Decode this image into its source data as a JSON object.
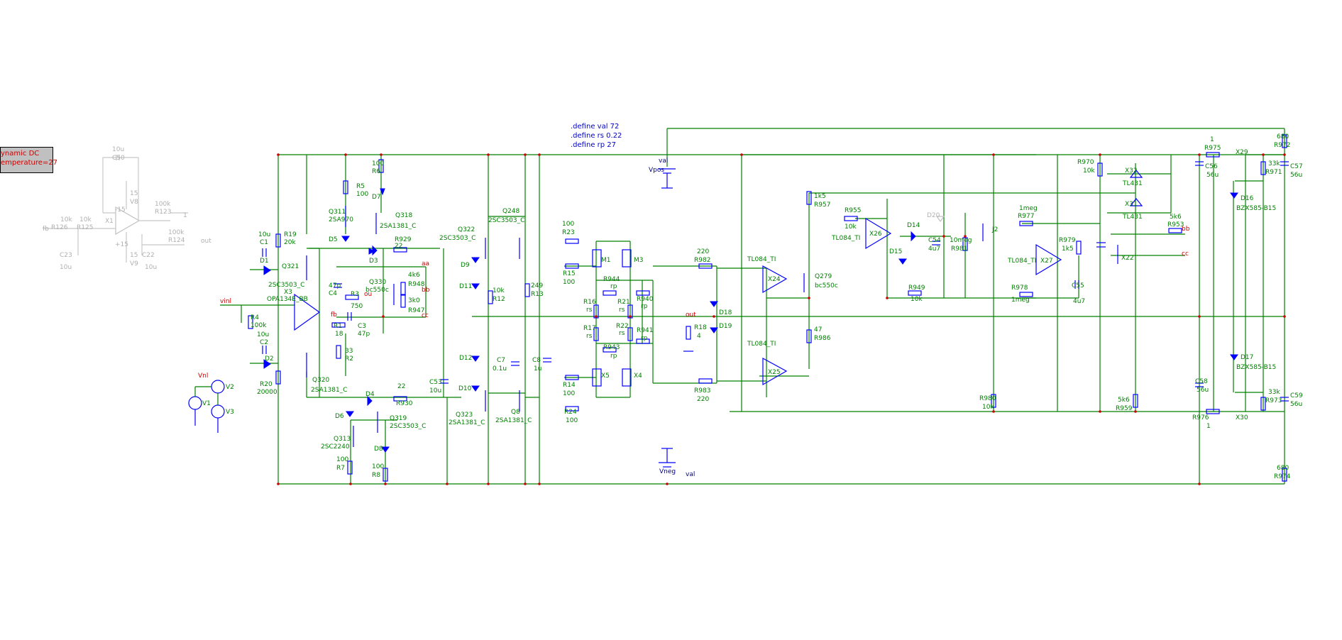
{
  "analysis_box": {
    "line1": "ynamic DC",
    "line2": "emperature=27"
  },
  "directives": {
    "line1": ".define val 72",
    "line2": ".define rs 0.22",
    "line3": ".define rp 27"
  },
  "nets": {
    "vinl": "vinl",
    "fb": "fb",
    "aa": "aa",
    "bb": "bb",
    "cc": "cc",
    "ou": "ou",
    "out": "out",
    "vnl": "Vnl",
    "val": "val",
    "vpos": "Vpos",
    "vneg": "Vneg",
    "val2": "val"
  },
  "transistors": {
    "q311": "Q311",
    "q311_type": "2SA970",
    "q318": "Q318",
    "q318_type": "2SA1381_C",
    "q321": "Q321",
    "q321_type": "2SC3503_C",
    "q320": "Q320",
    "q320_type": "2SA1381_C",
    "q330": "Q330",
    "q330_type": "bc550c",
    "q319": "Q319",
    "q319_type": "2SC3503_C",
    "q313": "Q313",
    "q313_type": "2SC2240",
    "q322": "Q322",
    "q322_type": "2SC3503_C",
    "q248": "Q248",
    "q248_type": "2SC3503_C",
    "q323": "Q323",
    "q323_type": "2SA1381_C",
    "q8": "Q8",
    "q8_type": "2SA1381_C",
    "q279": "Q279",
    "q279_type": "bc550c"
  },
  "mosfets": {
    "m1": "M1",
    "m3": "M3",
    "x5": "X5",
    "x4": "X4"
  },
  "opamps": {
    "x3": "X3",
    "x3_type": "OPA134E_BB",
    "x24": "X24",
    "x24_type": "TL084_TI",
    "x25": "X25",
    "x25_type": "TL084_TI",
    "x26": "X26",
    "x26_type": "TL084_TI",
    "x27": "X27",
    "x27_type": "TL084_TI"
  },
  "resistors": {
    "r19": "R19",
    "r19v": "20k",
    "r5": "R5",
    "r5v": "100",
    "r6": "R6",
    "r6v": "100",
    "r929": "R929",
    "r929v": "22",
    "r3": "R3",
    "r3v": "750",
    "r948": "R948",
    "r948v": "4k6",
    "r947": "R947",
    "r947v": "3k0",
    "r1": "R1",
    "r1v": "18",
    "r2": "R2",
    "r2v": "33",
    "r4": "R4",
    "r4v": "100k",
    "r20": "R20",
    "r20v": "20000",
    "r930": "R930",
    "r930v": "22",
    "r7": "R7",
    "r7v": "100",
    "r8": "R8",
    "r8v": "100",
    "r12": "R12",
    "r12v": "10k",
    "r13": "R13",
    "r13v": "249",
    "r23": "R23",
    "r23v": "100",
    "r15": "R15",
    "r15v": "100",
    "r14": "R14",
    "r14v": "100",
    "r24": "R24",
    "r24v": "100",
    "r16": "R16",
    "r16v": "rs",
    "r17": "R17",
    "r17v": "rs",
    "r21": "R21",
    "r21v": "rs",
    "r22": "R22",
    "r22v": "rs",
    "r944": "R944",
    "r944v": "rp",
    "r943": "R943",
    "r943v": "rp",
    "r940": "R940",
    "r940v": "rp",
    "r941": "R941",
    "r941v": "rp",
    "r982": "R982",
    "r982v": "220",
    "r983": "R983",
    "r983v": "220",
    "r18": "R18",
    "r18v": "4",
    "r957": "R957",
    "r957v": "1k5",
    "r986": "R986",
    "r986v": "47",
    "r955": "R955",
    "r955v": "10k",
    "r949": "R949",
    "r949v": "10k",
    "r981": "R981",
    "r981v": "10meg",
    "r977": "R977",
    "r977v": "1meg",
    "r978": "R978",
    "r978v": "1meg",
    "r979": "R979",
    "r979v": "1k5",
    "r970": "R970",
    "r970v": "10k",
    "r980": "R980",
    "r980v": "10k",
    "r953": "R953",
    "r953v": "5k6",
    "r959": "R959",
    "r959v": "5k6",
    "r975": "R975",
    "r975v": "1",
    "r976": "R976",
    "r976v": "1",
    "r971": "R971",
    "r971v": "33k",
    "r973": "R973",
    "r973v": "33k",
    "r972": "R972",
    "r972v": "680",
    "r974": "R974",
    "r974v": "680",
    "r126": "R126",
    "r126v": "10k",
    "r125": "R125",
    "r125v": "10k",
    "r123": "R123",
    "r123v": "100k",
    "r124": "R124",
    "r124v": "100k"
  },
  "capacitors": {
    "c1": "C1",
    "c1v": "10u",
    "c2": "C2",
    "c2v": "10u",
    "c4": "C4",
    "c4v": "47p",
    "c3": "C3",
    "c3v": "47p",
    "c53": "C53",
    "c53v": "10u",
    "c7": "C7",
    "c7v": "0.1u",
    "c8": "C8",
    "c8v": "1u",
    "c54": "C54",
    "c54v": "4u7",
    "c55": "C55",
    "c55v": "4u7",
    "c56": "C56",
    "c56v": "56u",
    "c57": "C57",
    "c57v": "56u",
    "c58": "C58",
    "c58v": "56u",
    "c59": "C59",
    "c59v": "56u",
    "c50": "C50",
    "c50v": "10u",
    "c23": "C23",
    "c23v": "10u",
    "c22": "C22",
    "c22v": "10u"
  },
  "diodes": {
    "d1": "D1",
    "d2": "D2",
    "d3": "D3",
    "d4": "D4",
    "d5": "D5",
    "d6": "D6",
    "d7": "D7",
    "d8": "D8",
    "d9": "D9",
    "d10": "D10",
    "d11": "D11",
    "d12": "D12",
    "d14": "D14",
    "d15": "D15",
    "d18": "D18",
    "d19": "D19",
    "d20": "D20",
    "d16": "D16",
    "d16_type": "BZX585-B15",
    "d17": "D17",
    "d17_type": "BZX585-B15"
  },
  "misc": {
    "j2": "J2",
    "x22": "X22",
    "x32": "X32",
    "x31": "X31",
    "tl431a": "TL431",
    "tl431b": "TL431",
    "x29": "X29",
    "x30": "X30",
    "v1": "V1",
    "v2": "V2",
    "v3": "V3",
    "x1": "X1",
    "v8": "V8",
    "v9": "V9",
    "v8v": "15",
    "v9v": "15",
    "g_minus": "-15",
    "g_plus": "+15",
    "fb_grey": "fb",
    "out_grey": "out",
    "one_grey": "1"
  }
}
